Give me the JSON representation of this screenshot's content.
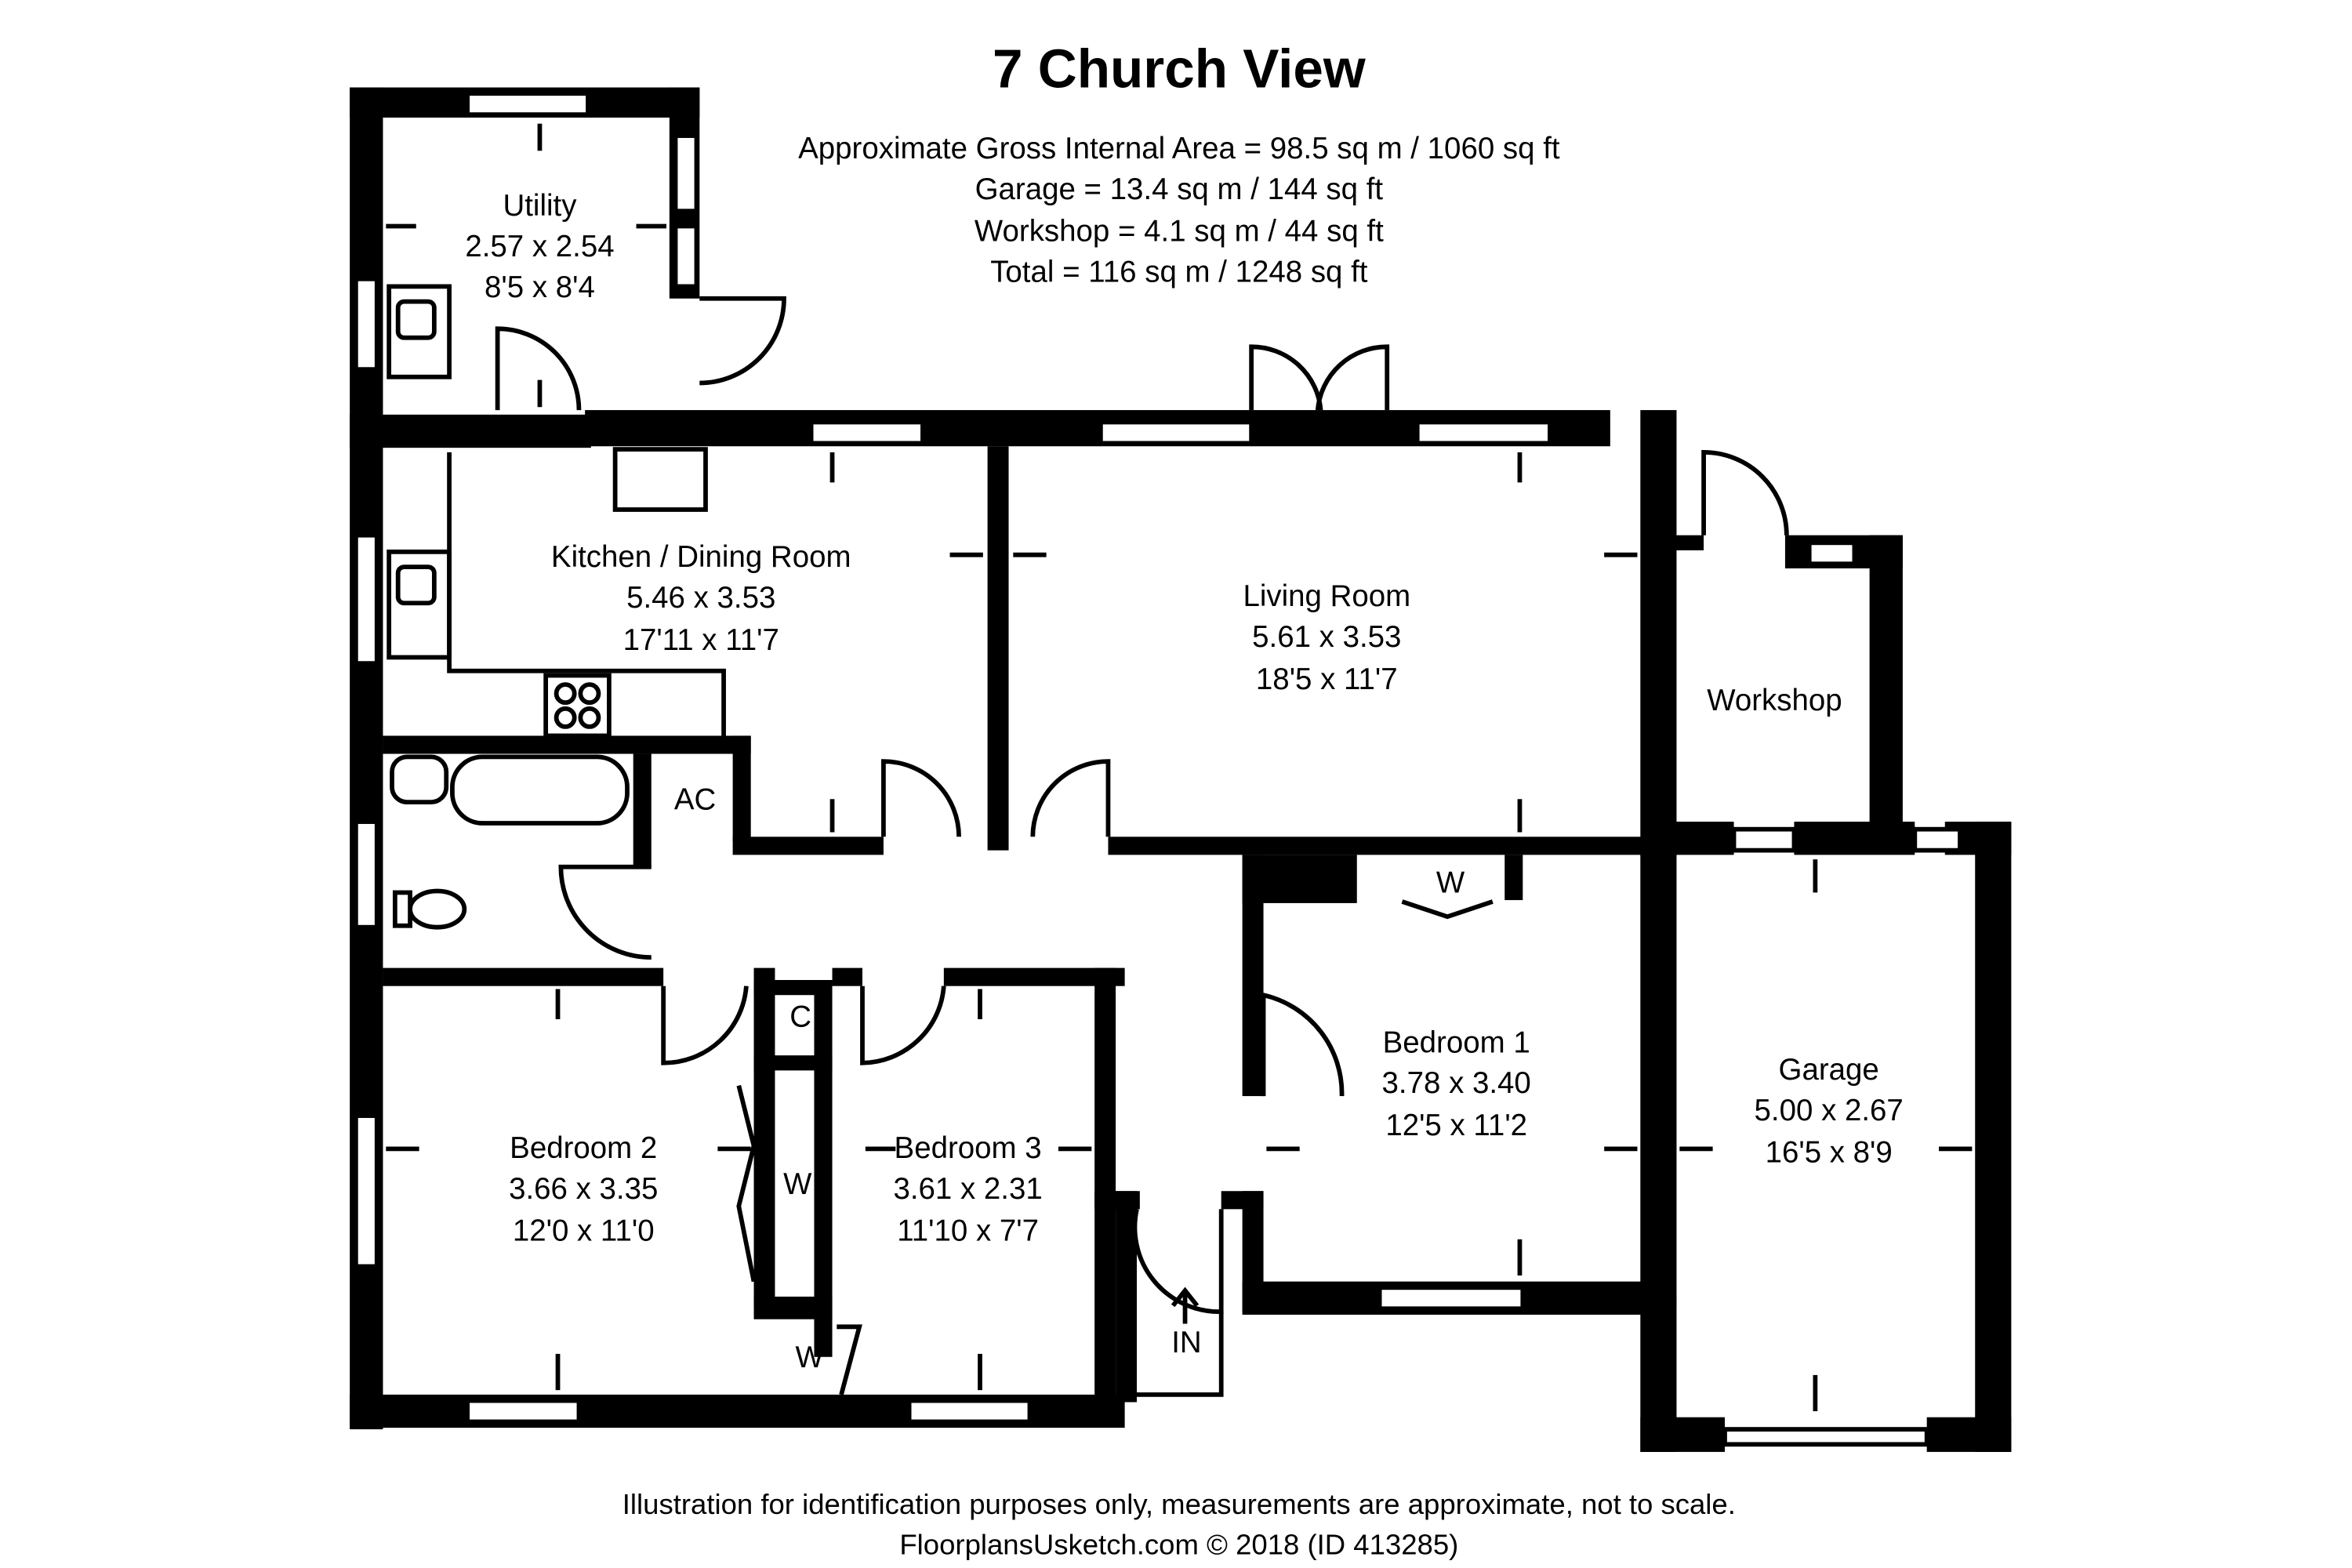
{
  "title": "7 Church View",
  "areas": [
    "Approximate Gross Internal Area = 98.5 sq m / 1060 sq ft",
    "Garage = 13.4 sq m / 144 sq ft",
    "Workshop = 4.1 sq m / 44 sq ft",
    "Total = 116 sq m / 1248 sq ft"
  ],
  "rooms": {
    "utility": {
      "name": "Utility",
      "metric": "2.57 x 2.54",
      "imperial": "8'5 x 8'4"
    },
    "kitchen": {
      "name": "Kitchen / Dining Room",
      "metric": "5.46 x 3.53",
      "imperial": "17'11 x 11'7"
    },
    "living": {
      "name": "Living Room",
      "metric": "5.61 x 3.53",
      "imperial": "18'5 x 11'7"
    },
    "workshop": {
      "name": "Workshop"
    },
    "bedroom1": {
      "name": "Bedroom 1",
      "metric": "3.78 x 3.40",
      "imperial": "12'5 x 11'2"
    },
    "bedroom2": {
      "name": "Bedroom 2",
      "metric": "3.66 x 3.35",
      "imperial": "12'0 x 11'0"
    },
    "bedroom3": {
      "name": "Bedroom 3",
      "metric": "3.61 x 2.31",
      "imperial": "11'10 x 7'7"
    },
    "garage": {
      "name": "Garage",
      "metric": "5.00 x 2.67",
      "imperial": "16'5 x 8'9"
    }
  },
  "labels": {
    "airing_cupboard": "AC",
    "cupboard": "C",
    "wardrobe": "W",
    "entrance": "IN"
  },
  "footer": {
    "disclaimer": "Illustration for identification purposes only, measurements are approximate, not to scale.",
    "credit": "FloorplansUsketch.com © 2018 (ID 413285)"
  }
}
